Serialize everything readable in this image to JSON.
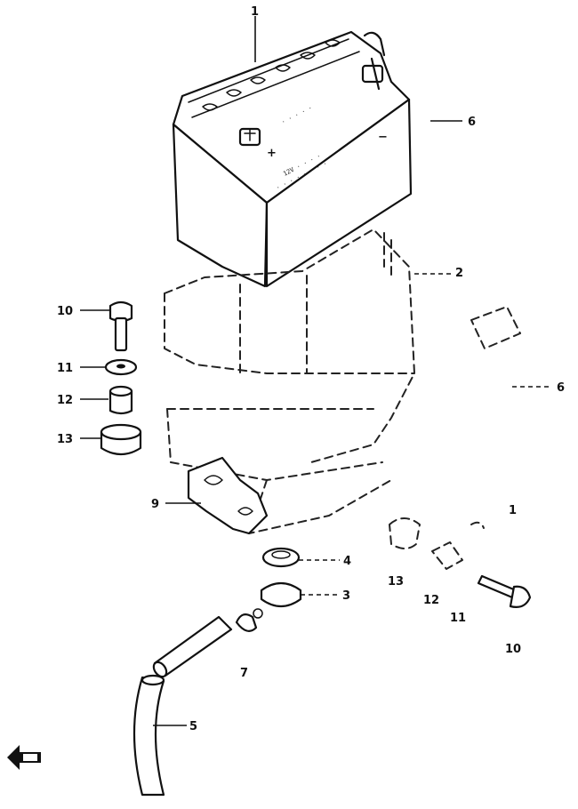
{
  "callouts": [
    {
      "id": "c1",
      "text": "1"
    },
    {
      "id": "c2",
      "text": "2"
    },
    {
      "id": "c3",
      "text": "3"
    },
    {
      "id": "c4",
      "text": "4"
    },
    {
      "id": "c5",
      "text": "5"
    },
    {
      "id": "c6a",
      "text": "6"
    },
    {
      "id": "c6b",
      "text": "6"
    },
    {
      "id": "c7",
      "text": "7"
    },
    {
      "id": "c9",
      "text": "9"
    },
    {
      "id": "c10a",
      "text": "10"
    },
    {
      "id": "c10b",
      "text": "10"
    },
    {
      "id": "c11a",
      "text": "11"
    },
    {
      "id": "c11b",
      "text": "11"
    },
    {
      "id": "c12a",
      "text": "12"
    },
    {
      "id": "c12b",
      "text": "12"
    },
    {
      "id": "c13a",
      "text": "13"
    },
    {
      "id": "c13b",
      "text": "13"
    },
    {
      "id": "c1b",
      "text": "1"
    }
  ],
  "battery_markings": {
    "plus": "+",
    "minus": "−"
  },
  "colors": {
    "ink": "#111111",
    "paper": "#ffffff"
  }
}
